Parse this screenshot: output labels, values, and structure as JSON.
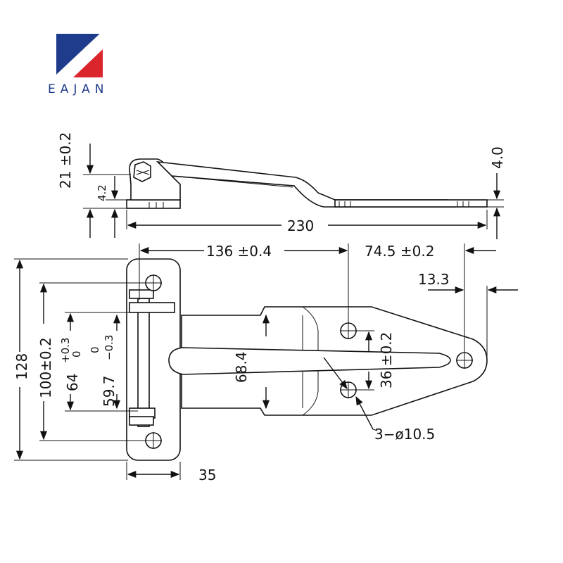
{
  "brand": {
    "name": "EAJAN",
    "colors": {
      "blue": "#1f3c8c",
      "red": "#d9252b"
    }
  },
  "dimensions": {
    "side_height": "21 ±0.2",
    "side_thickness": "4.2",
    "side_end_thickness": "4.0",
    "overall_length": "230",
    "pivot_to_hole": "136 ±0.4",
    "hole_to_end": "74.5 ±0.2",
    "end_offset": "13.3",
    "plate_height": "128",
    "hole_spacing": "100±0.2",
    "dim_64": "64",
    "dim_64_tol_upper": "+0.3",
    "dim_64_tol_lower": "0",
    "dim_59": "59.7",
    "dim_59_tol_upper": "0",
    "dim_59_tol_lower": "−0.3",
    "strap_width": "68.4",
    "strap_hole_spacing": "36 ±0.2",
    "holes_callout": "3−ø10.5",
    "plate_width": "35"
  }
}
